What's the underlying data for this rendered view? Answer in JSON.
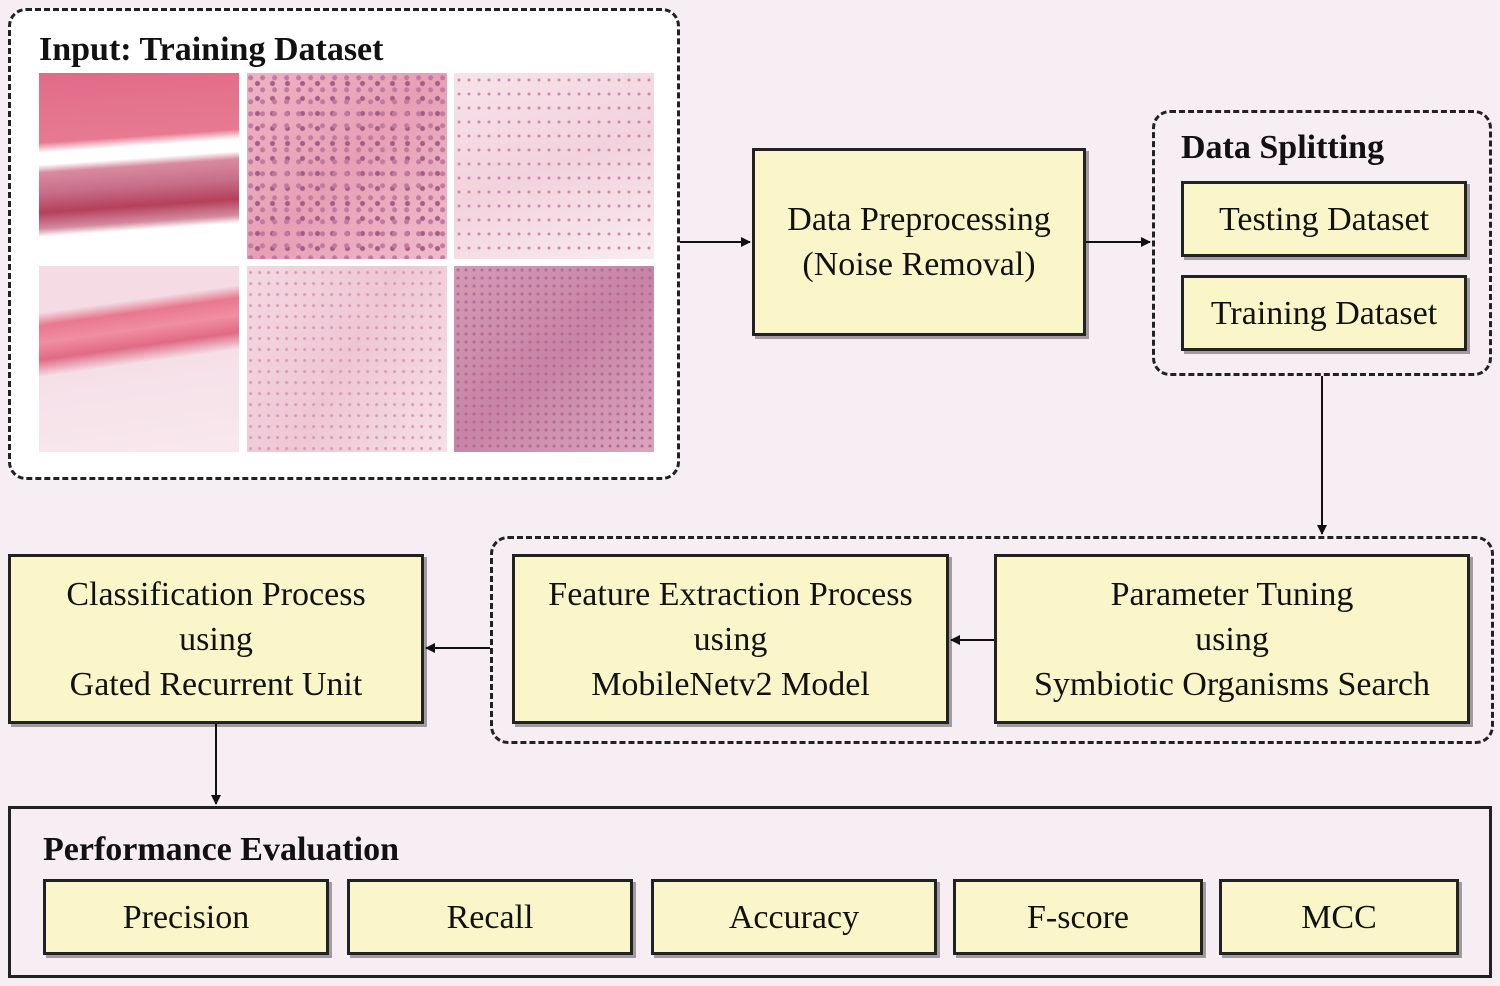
{
  "input": {
    "title": "Input: Training Dataset"
  },
  "preprocessing": {
    "line1": "Data Preprocessing",
    "line2": "(Noise Removal)"
  },
  "splitting": {
    "title": "Data Splitting",
    "testing": "Testing Dataset",
    "training": "Training Dataset"
  },
  "tuning": {
    "line1": "Parameter Tuning",
    "line2": "using",
    "line3": "Symbiotic Organisms Search"
  },
  "feature": {
    "line1": "Feature Extraction Process",
    "line2": "using",
    "line3": "MobileNetv2 Model"
  },
  "classification": {
    "line1": "Classification Process",
    "line2": "using",
    "line3": "Gated Recurrent Unit"
  },
  "evaluation": {
    "title": "Performance Evaluation",
    "metrics": [
      "Precision",
      "Recall",
      "Accuracy",
      "F-score",
      "MCC"
    ]
  },
  "colors": {
    "box_fill": "#fbf6c9",
    "background": "#f7eef4",
    "stroke": "#222222"
  }
}
